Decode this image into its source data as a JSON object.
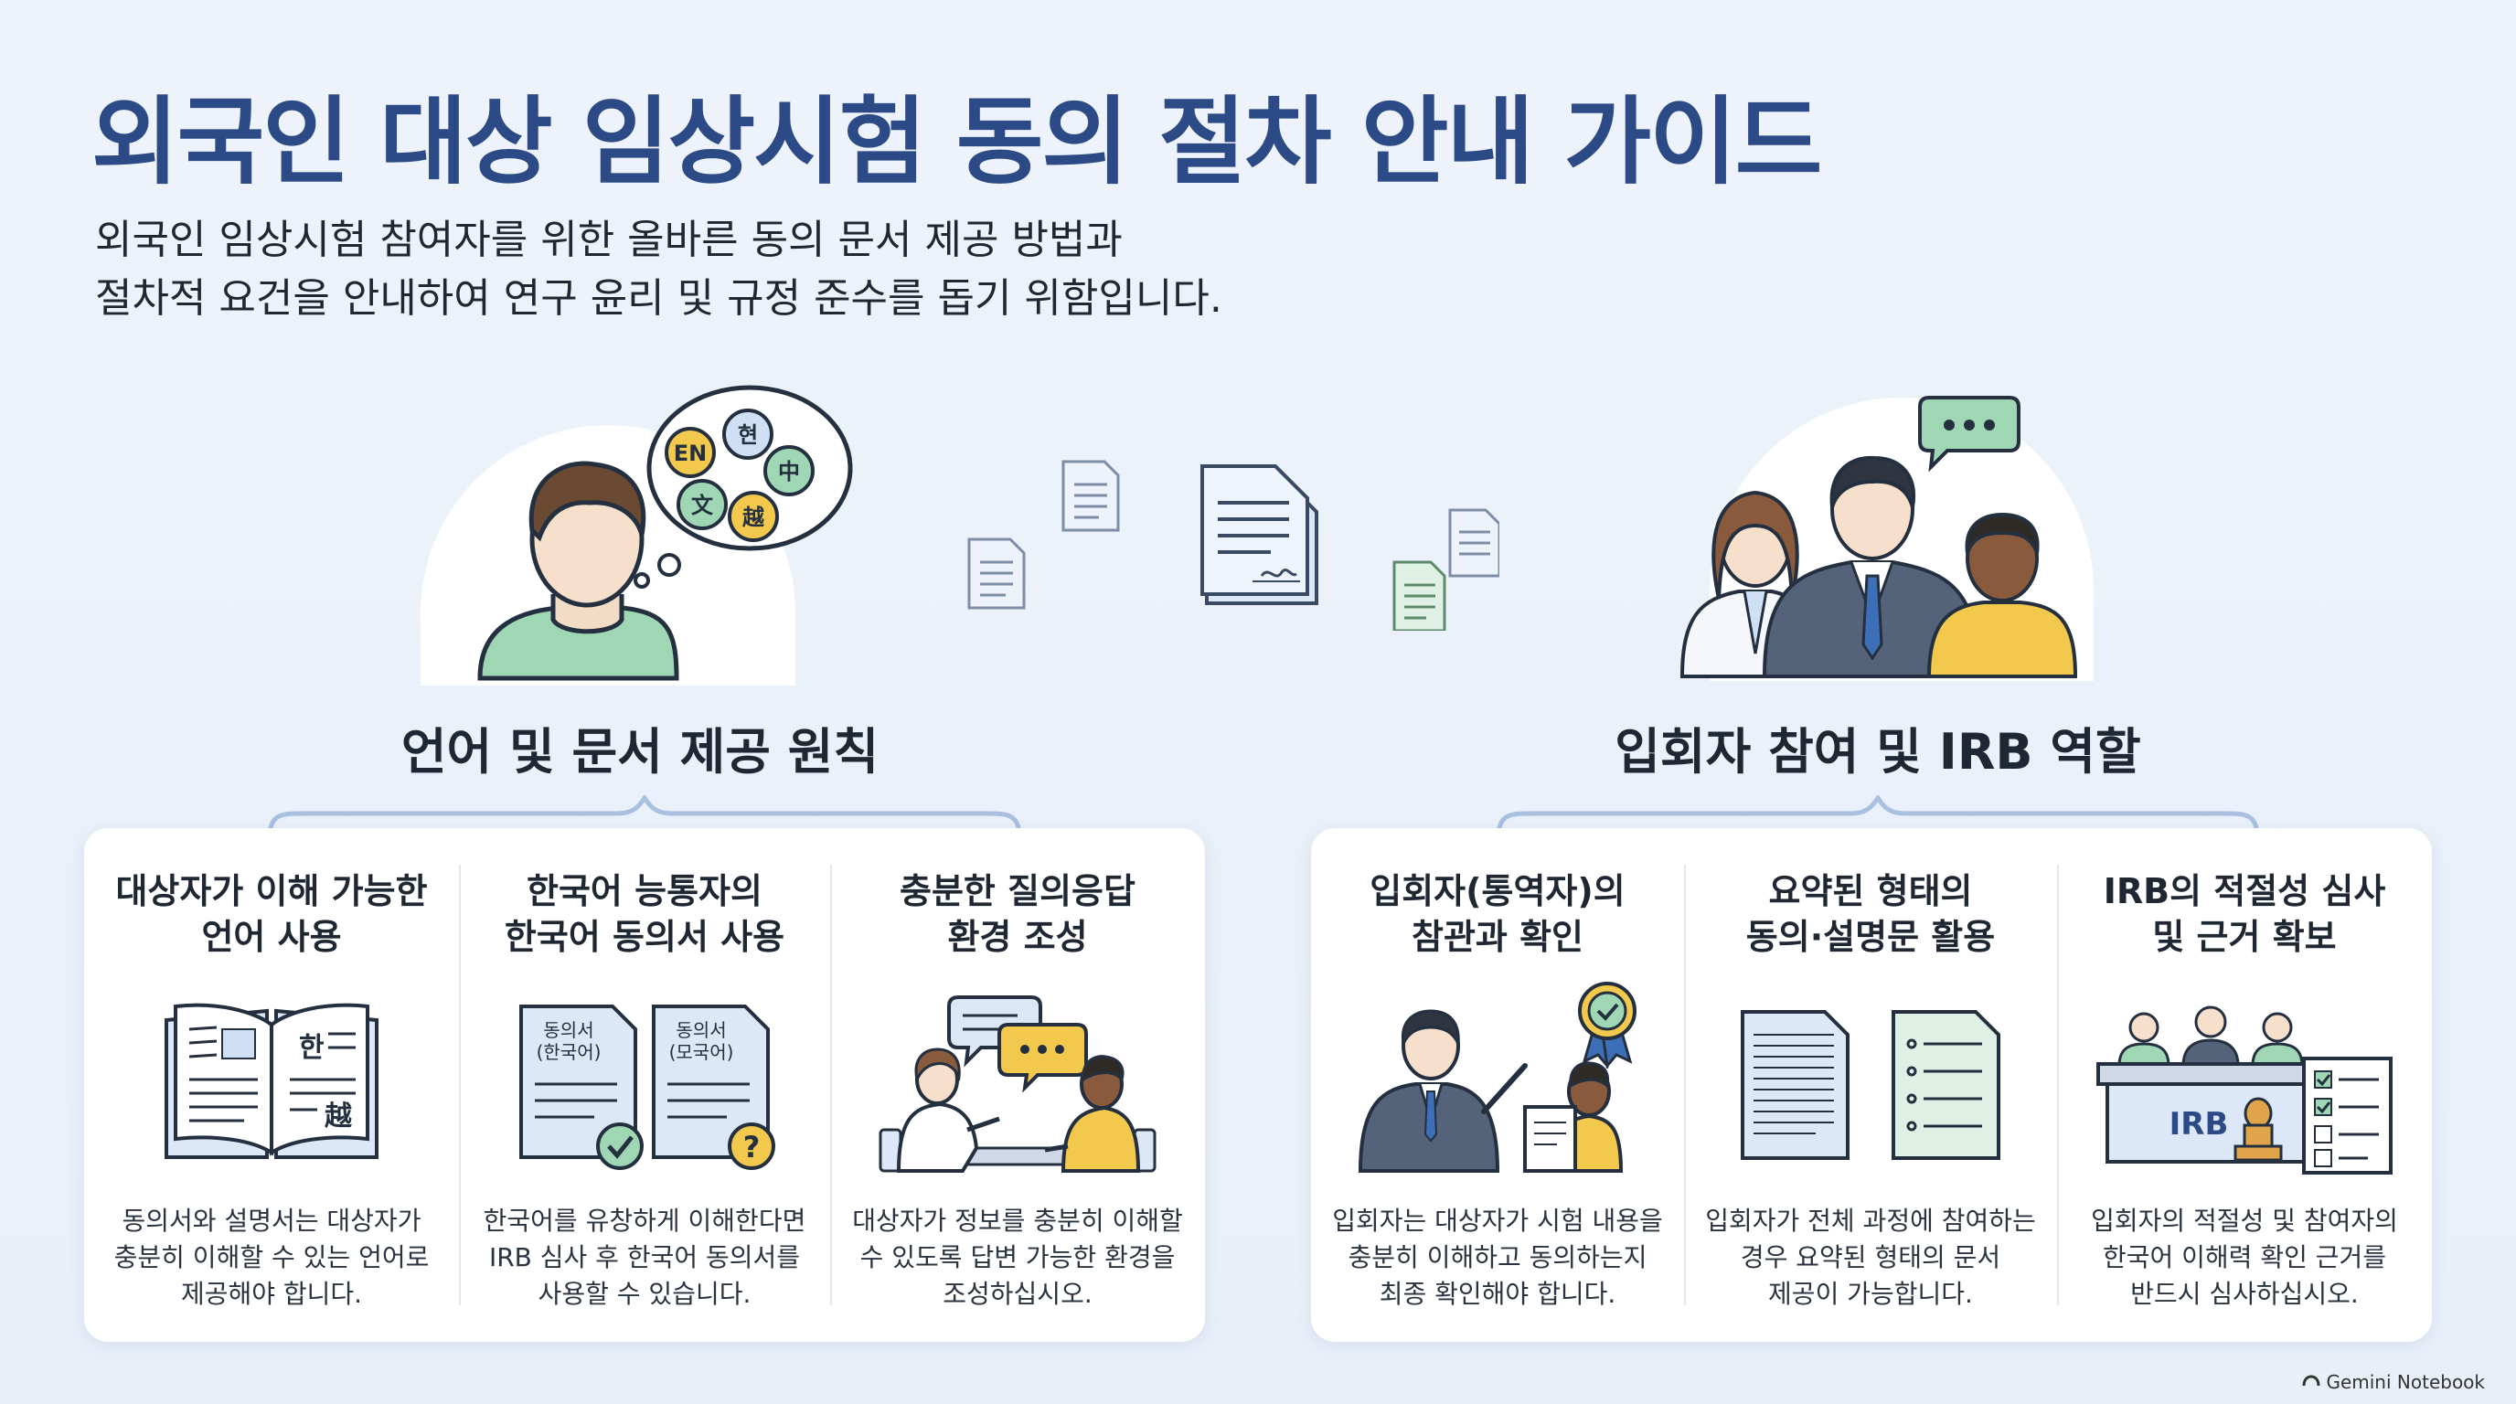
{
  "title": "외국인 대상 임상시험 동의 절차 안내 가이드",
  "subtitle": [
    "외국인 임상시험 참여자를 위한 올바른 동의 문서 제공 방법과",
    "절차적 요건을 안내하여 연구 윤리 및 규정 준수를 돕기 위함입니다."
  ],
  "bubble_glyphs": [
    "EN",
    "현",
    "中",
    "文",
    "越"
  ],
  "sections": [
    {
      "title": "언어 및 문서 제공 원칙",
      "cards": [
        {
          "title": [
            "대상자가 이해 가능한",
            "언어 사용"
          ],
          "desc": [
            "동의서와 설명서는 대상자가",
            "충분히 이해할 수 있는 언어로",
            "제공해야 합니다."
          ],
          "icon": "open-book-icon",
          "glyphs": [
            "한",
            "越"
          ]
        },
        {
          "title": [
            "한국어 능통자의",
            "한국어 동의서 사용"
          ],
          "desc": [
            "한국어를 유창하게 이해한다면",
            "IRB 심사 후 한국어 동의서를",
            "사용할 수 있습니다."
          ],
          "icon": "consent-forms-icon",
          "doc_labels": [
            [
              "동의서",
              "(한국어)"
            ],
            [
              "동의서",
              "(모국어)"
            ]
          ]
        },
        {
          "title": [
            "충분한 질의응답",
            "환경 조성"
          ],
          "desc": [
            "대상자가 정보를 충분히 이해할",
            "수 있도록 답변 가능한 환경을",
            "조성하십시오."
          ],
          "icon": "consultation-icon"
        }
      ]
    },
    {
      "title": "입회자 참여 및 IRB 역할",
      "cards": [
        {
          "title": [
            "입회자(통역자)의",
            "참관과 확인"
          ],
          "desc": [
            "입회자는 대상자가 시험 내용을",
            "충분히 이해하고 동의하는지",
            "최종 확인해야 합니다."
          ],
          "icon": "witness-icon"
        },
        {
          "title": [
            "요약된 형태의",
            "동의·설명문 활용"
          ],
          "desc": [
            "입회자가 전체 과정에 참여하는",
            "경우 요약된 형태의 문서",
            "제공이 가능합니다."
          ],
          "icon": "summary-documents-icon"
        },
        {
          "title": [
            "IRB의 적절성 심사",
            "및 근거 확보"
          ],
          "desc": [
            "입회자의 적절성 및 참여자의",
            "한국어 이해력 확인 근거를",
            "반드시 심사하십시오."
          ],
          "icon": "irb-review-icon",
          "desk_label": "IRB"
        }
      ]
    }
  ],
  "brand": "Gemini Notebook",
  "colors": {
    "title": "#2c4a86",
    "accent_blue": "#dce8f8",
    "green": "#9fd6b3",
    "yellow": "#f2c94c",
    "navy": "#2e3a55"
  }
}
